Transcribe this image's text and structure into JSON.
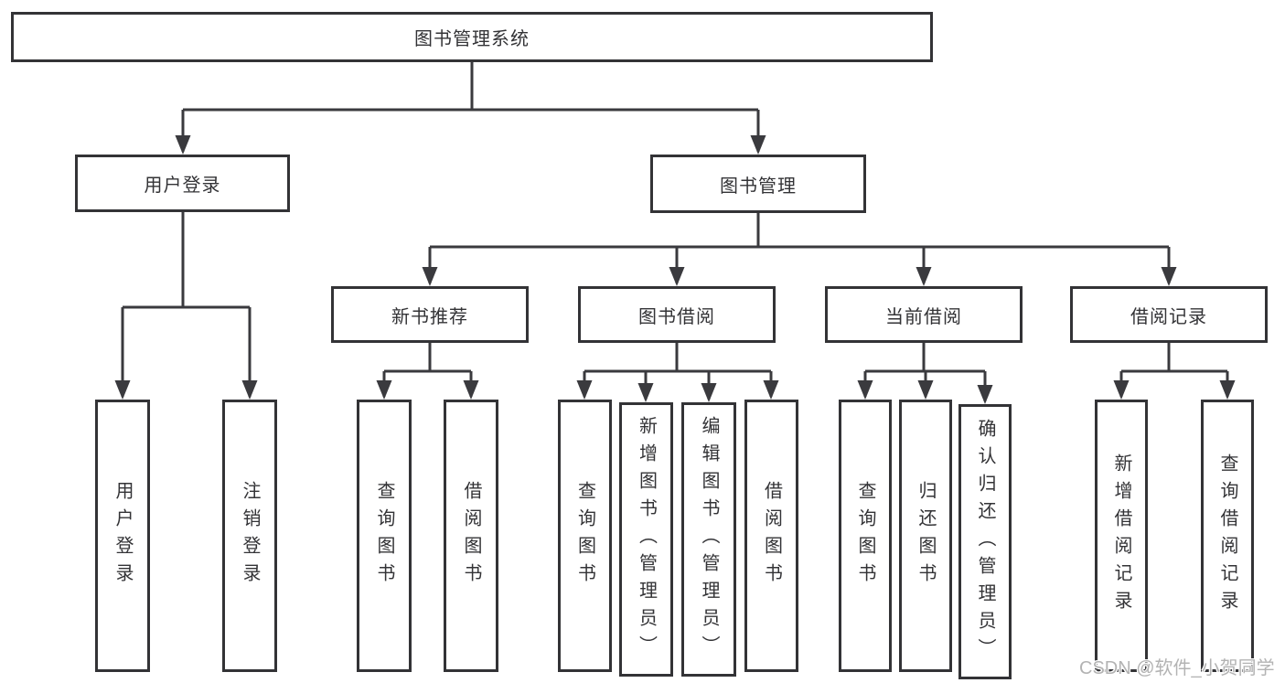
{
  "colors": {
    "line": "#3a3a3e",
    "box_border": "#333336",
    "text": "#333336",
    "watermark": "#b3b3b3",
    "background": "#ffffff"
  },
  "watermark": {
    "text": "CSDN @软件_小贺同学"
  },
  "diagram": {
    "root": {
      "label": "图书管理系统"
    },
    "branches": [
      {
        "label": "用户登录",
        "children": [
          {
            "label": "用户登录"
          },
          {
            "label": "注销登录"
          }
        ]
      },
      {
        "label": "图书管理",
        "sub": [
          {
            "label": "新书推荐",
            "children": [
              {
                "label": "查询图书"
              },
              {
                "label": "借阅图书"
              }
            ]
          },
          {
            "label": "图书借阅",
            "children": [
              {
                "label": "查询图书"
              },
              {
                "label": "新增图书（管理员）"
              },
              {
                "label": "编辑图书（管理员）"
              },
              {
                "label": "借阅图书"
              }
            ]
          },
          {
            "label": "当前借阅",
            "children": [
              {
                "label": "查询图书"
              },
              {
                "label": "归还图书"
              },
              {
                "label": "确认归还（管理员）"
              }
            ]
          },
          {
            "label": "借阅记录",
            "children": [
              {
                "label": "新增借阅记录"
              },
              {
                "label": "查询借阅记录"
              }
            ]
          }
        ]
      }
    ]
  }
}
